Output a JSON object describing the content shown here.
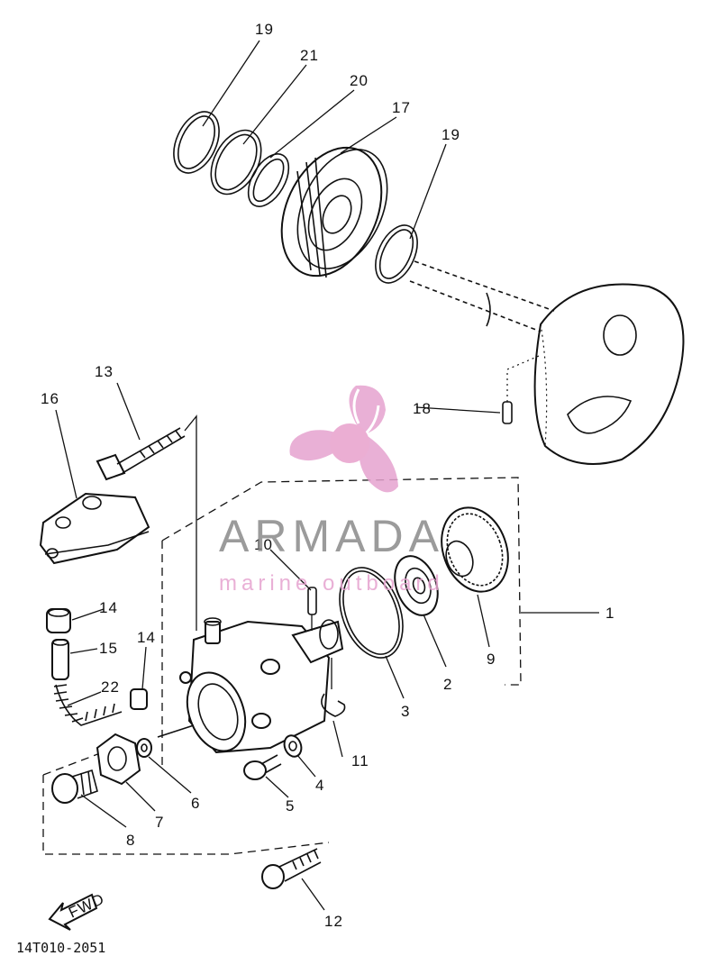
{
  "diagram": {
    "drawing_code": "14T010-2051",
    "callouts": [
      {
        "id": "1",
        "text": "1"
      },
      {
        "id": "2",
        "text": "2"
      },
      {
        "id": "3",
        "text": "3"
      },
      {
        "id": "4",
        "text": "4"
      },
      {
        "id": "5",
        "text": "5"
      },
      {
        "id": "6",
        "text": "6"
      },
      {
        "id": "7",
        "text": "7"
      },
      {
        "id": "8",
        "text": "8"
      },
      {
        "id": "9",
        "text": "9"
      },
      {
        "id": "10",
        "text": "10"
      },
      {
        "id": "11",
        "text": "11"
      },
      {
        "id": "12",
        "text": "12"
      },
      {
        "id": "13",
        "text": "13"
      },
      {
        "id": "14a",
        "text": "14"
      },
      {
        "id": "14b",
        "text": "14"
      },
      {
        "id": "15",
        "text": "15"
      },
      {
        "id": "16",
        "text": "16"
      },
      {
        "id": "17",
        "text": "17"
      },
      {
        "id": "18",
        "text": "18"
      },
      {
        "id": "19a",
        "text": "19"
      },
      {
        "id": "19b",
        "text": "19"
      },
      {
        "id": "20",
        "text": "20"
      },
      {
        "id": "21",
        "text": "21"
      },
      {
        "id": "22",
        "text": "22"
      }
    ],
    "fwd_arrow": {
      "text": "FWD"
    },
    "colors": {
      "line": "#111111",
      "watermark": "#e6a3cf",
      "watermark_text": "#8a8a8a"
    }
  },
  "watermark": {
    "brand": "ARMADA",
    "tagline": "marine outboard",
    "icon": "propeller-logo-icon"
  }
}
